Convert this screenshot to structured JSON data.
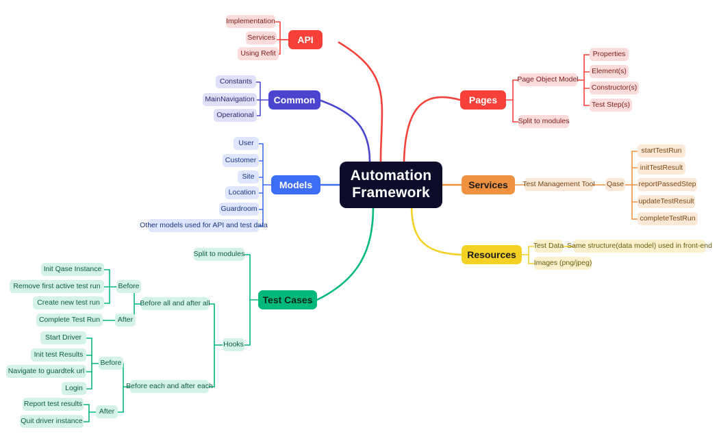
{
  "diagram": {
    "type": "mindmap",
    "title": "Automation Framework",
    "root": {
      "label": "Automation Framework",
      "line1": "Automation",
      "line2": "Framework",
      "color": "#0d0d2b"
    },
    "branches": [
      {
        "id": "api",
        "label": "API",
        "color": "#f7403a",
        "leaf_color": "#fcdcdb",
        "side": "left",
        "children": [
          {
            "label": "Implementation"
          },
          {
            "label": "Services"
          },
          {
            "label": "Using Refit"
          }
        ]
      },
      {
        "id": "common",
        "label": "Common",
        "color": "#4a45cf",
        "leaf_color": "#e0dffa",
        "side": "left",
        "children": [
          {
            "label": "Constants"
          },
          {
            "label": "MainNavigation"
          },
          {
            "label": "Operational"
          }
        ]
      },
      {
        "id": "models",
        "label": "Models",
        "color": "#3c6df5",
        "leaf_color": "#dde6fe",
        "side": "left",
        "children": [
          {
            "label": "User"
          },
          {
            "label": "Customer"
          },
          {
            "label": "Site"
          },
          {
            "label": "Location"
          },
          {
            "label": "Guardroom"
          },
          {
            "label": "Other models used for API and test data"
          }
        ]
      },
      {
        "id": "test-cases",
        "label": "Test Cases",
        "color": "#00b97a",
        "leaf_color": "#d4f3e6",
        "side": "left",
        "children": [
          {
            "label": "Split to modules"
          },
          {
            "label": "Hooks",
            "children": [
              {
                "label": "Before all and after all",
                "children": [
                  {
                    "label": "Before",
                    "children": [
                      {
                        "label": "Init Qase Instance"
                      },
                      {
                        "label": "Remove first active test run"
                      },
                      {
                        "label": "Create new test run"
                      }
                    ]
                  },
                  {
                    "label": "After",
                    "children": [
                      {
                        "label": "Complete Test Run"
                      }
                    ]
                  }
                ]
              },
              {
                "label": "Before each and after each",
                "children": [
                  {
                    "label": "Before",
                    "children": [
                      {
                        "label": "Start Driver"
                      },
                      {
                        "label": "Init test Results"
                      },
                      {
                        "label": "Navigate to guardtek url"
                      },
                      {
                        "label": "Login"
                      }
                    ]
                  },
                  {
                    "label": "After",
                    "children": [
                      {
                        "label": "Report test results"
                      },
                      {
                        "label": "Quit driver instance"
                      }
                    ]
                  }
                ]
              }
            ]
          }
        ]
      },
      {
        "id": "pages",
        "label": "Pages",
        "color": "#f7403a",
        "leaf_color": "#fcdcdb",
        "side": "right",
        "children": [
          {
            "label": "Page Object Model",
            "children": [
              {
                "label": "Properties"
              },
              {
                "label": "Element(s)"
              },
              {
                "label": "Constructor(s)"
              },
              {
                "label": "Test Step(s)"
              }
            ]
          },
          {
            "label": "Split to modules"
          }
        ]
      },
      {
        "id": "services",
        "label": "Services",
        "color": "#f0913f",
        "leaf_color": "#fbe8d6",
        "side": "right",
        "children": [
          {
            "label": "Test Management Tool",
            "children": [
              {
                "label": "Qase",
                "children": [
                  {
                    "label": "startTestRun"
                  },
                  {
                    "label": "initTestResult"
                  },
                  {
                    "label": "reportPassedStep"
                  },
                  {
                    "label": "updateTestResult"
                  },
                  {
                    "label": "completeTestRun"
                  }
                ]
              }
            ]
          }
        ]
      },
      {
        "id": "resources",
        "label": "Resources",
        "color": "#f2d024",
        "leaf_color": "#fbf2cd",
        "side": "right",
        "children": [
          {
            "label": "Test Data",
            "children": [
              {
                "label": "Same structure(data model) used in front-end"
              }
            ]
          },
          {
            "label": "Images (png/jpeg)"
          }
        ]
      }
    ]
  },
  "nodes": {
    "root": "Automation Framework",
    "root_l1": "Automation",
    "root_l2": "Framework",
    "api": "API",
    "api_implementation": "Implementation",
    "api_services": "Services",
    "api_using_refit": "Using Refit",
    "common": "Common",
    "common_constants": "Constants",
    "common_mainnavigation": "MainNavigation",
    "common_operational": "Operational",
    "models": "Models",
    "models_user": "User",
    "models_customer": "Customer",
    "models_site": "Site",
    "models_location": "Location",
    "models_guardroom": "Guardroom",
    "models_other": "Other models used for API and test data",
    "testcases": "Test Cases",
    "tc_split": "Split to modules",
    "tc_hooks": "Hooks",
    "tc_beforeall": "Before all and after all",
    "tc_beforeall_before": "Before",
    "tc_beforeall_after": "After",
    "tc_init_qase": "Init Qase Instance",
    "tc_remove_first": "Remove first active test run",
    "tc_create_run": "Create new test run",
    "tc_complete_run": "Complete Test Run",
    "tc_beforeeach": "Before each and after each",
    "tc_beforeeach_before": "Before",
    "tc_beforeeach_after": "After",
    "tc_start_driver": "Start Driver",
    "tc_init_results": "Init test Results",
    "tc_navigate": "Navigate to guardtek url",
    "tc_login": "Login",
    "tc_report": "Report test results",
    "tc_quit": "Quit driver instance",
    "pages": "Pages",
    "pages_pom": "Page Object Model",
    "pages_properties": "Properties",
    "pages_elements": "Element(s)",
    "pages_constructors": "Constructor(s)",
    "pages_teststeps": "Test Step(s)",
    "pages_split": "Split to modules",
    "services": "Services",
    "services_tmt": "Test Management Tool",
    "services_qase": "Qase",
    "services_start": "startTestRun",
    "services_init": "initTestResult",
    "services_report": "reportPassedStep",
    "services_update": "updateTestResult",
    "services_complete": "completeTestRun",
    "resources": "Resources",
    "resources_testdata": "Test Data",
    "resources_samestructure": "Same structure(data model) used in front-end",
    "resources_images": "Images (png/jpeg)"
  }
}
